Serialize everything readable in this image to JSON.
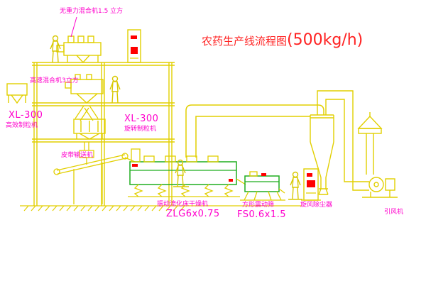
{
  "title": {
    "text": "农药生产线流程图",
    "capacity": "(500kg/h)"
  },
  "equipment_labels": {
    "gravity_mixer": "无重力混合机1.5 立方",
    "high_speed_mixer": "高速混合机3立方",
    "granulator_left_model": "XL-300",
    "granulator_left_name": "高效制粒机",
    "granulator_center_model": "XL-300",
    "granulator_center_name": "旋转制粒机",
    "belt_conveyor": "皮带输送机",
    "fluid_bed_dryer": "振动流化床干燥机",
    "fluid_bed_dryer_model": "ZLG6x0.75",
    "square_screen": "方形震动筛",
    "square_screen_model": "FS0.6x1.5",
    "cyclone": "旋风除尘器",
    "fan": "引风机"
  },
  "colors": {
    "line_yellow": "#e2cf00",
    "machine_green": "#1fae1f",
    "label_magenta": "#ff00cc",
    "title_red": "#ff2222",
    "indicator_red": "#ff0000",
    "background": "#ffffff"
  }
}
